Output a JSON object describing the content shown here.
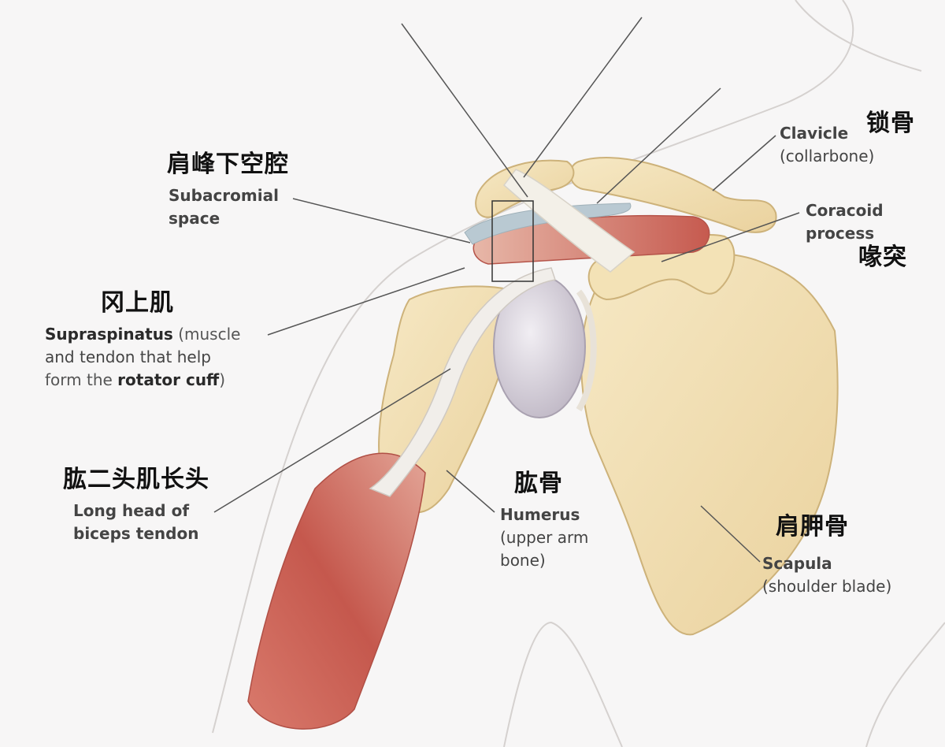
{
  "labels": {
    "subacromial": {
      "cn": "肩峰下空腔",
      "en1": "Subacromial",
      "en2": "space"
    },
    "supraspinatus": {
      "cn": "冈上肌",
      "en_bold": "Supraspinatus",
      "en_rest1": " (muscle",
      "en2": "and tendon that help",
      "en3_pre": "form the ",
      "en3_bold": "rotator cuff",
      "en3_post": ")"
    },
    "biceps": {
      "cn": "肱二头肌长头",
      "en1": "Long head of",
      "en2": "biceps tendon"
    },
    "humerus": {
      "cn": "肱骨",
      "en1": "Humerus",
      "en2": "(upper arm",
      "en3": "bone)"
    },
    "clavicle": {
      "cn": "锁骨",
      "en1": "Clavicle",
      "en2": "(collarbone)"
    },
    "coracoid": {
      "cn": "喙突",
      "en1": "Coracoid",
      "en2": "process"
    },
    "scapula": {
      "cn": "肩胛骨",
      "en1": "Scapula",
      "en2": "(shoulder blade)"
    }
  },
  "colors": {
    "bone": "#f1dfb3",
    "bone_shadow": "#dcc38d",
    "muscle": "#c9665a",
    "muscle_light": "#e2a08f",
    "cartilage": "#d9d3dc",
    "tendon": "#f4f1ea",
    "outline": "#c9c3bf",
    "leader": "#555555"
  }
}
